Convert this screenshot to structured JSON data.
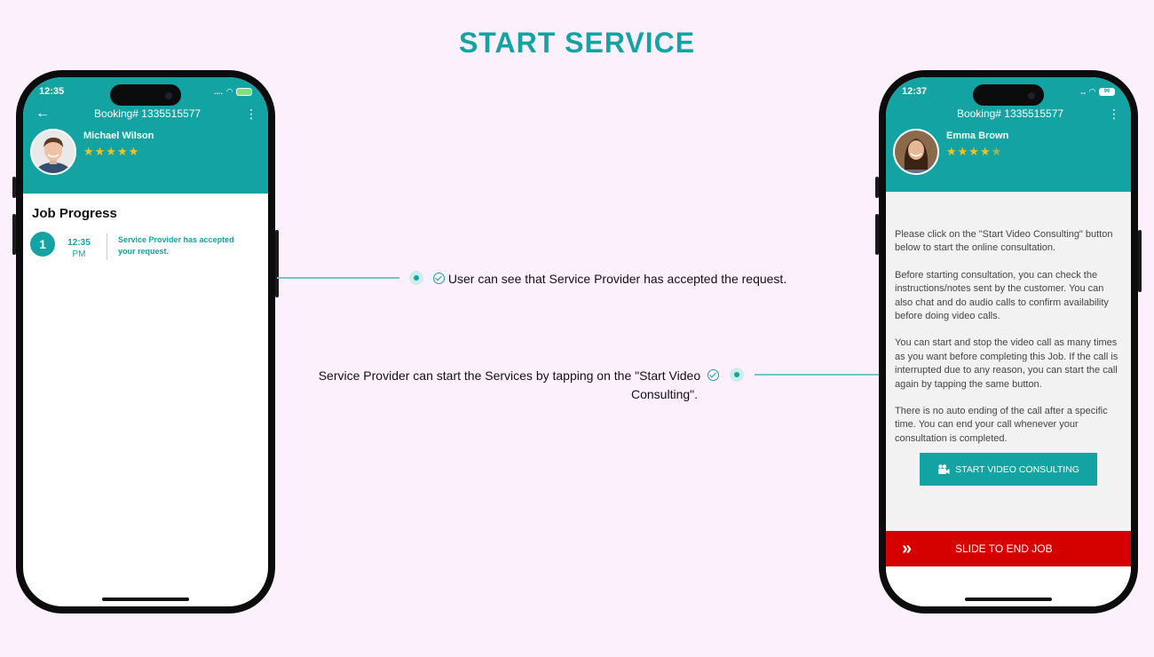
{
  "page": {
    "title": "START SERVICE"
  },
  "colors": {
    "teal": "#14a3a3",
    "red": "#d50000",
    "star": "#f6c21c",
    "background": "#fdf0fd"
  },
  "phone_left": {
    "status_time": "12:35",
    "status_icons": "....",
    "nav_title": "Booking# 1335515577",
    "back_icon": "arrow-left-icon",
    "menu_icon": "more-vertical-icon",
    "user_name": "Michael Wilson",
    "stars": "★★★★★",
    "section_title": "Job Progress",
    "step": {
      "number": "1",
      "time": "12:35",
      "ampm": "PM",
      "text": "Service Provider has accepted your request."
    }
  },
  "phone_right": {
    "status_time": "12:37",
    "battery": "96",
    "nav_title": "Booking# 1335515577",
    "menu_icon": "more-vertical-icon",
    "user_name": "Emma Brown",
    "stars_full": "★★★★",
    "stars_half": "★",
    "rating": 4.5,
    "instructions": [
      "Please click on the \"Start Video Consulting\" button below to start the online consultation.",
      "Before starting consultation, you can check the instructions/notes sent by the customer. You can also chat and do audio calls to confirm availability before doing video calls.",
      "You can start and stop the video call as many times as you want before completing this Job. If the call is interrupted due to any reason, you can start the call again by tapping the same button.",
      "There is no auto ending of the call after a specific time. You can end your call whenever your consultation is completed."
    ],
    "start_button_label": "START VIDEO CONSULTING",
    "start_button_icon": "video-camera-icon",
    "slide_label": "SLIDE TO END JOB",
    "slide_icon": "double-chevron-right-icon"
  },
  "annotations": {
    "top": "User can see that Service Provider has accepted the request.",
    "bottom_line1": "Service Provider can start the Services by tapping on the \"Start Video",
    "bottom_line2": "Consulting\"."
  }
}
